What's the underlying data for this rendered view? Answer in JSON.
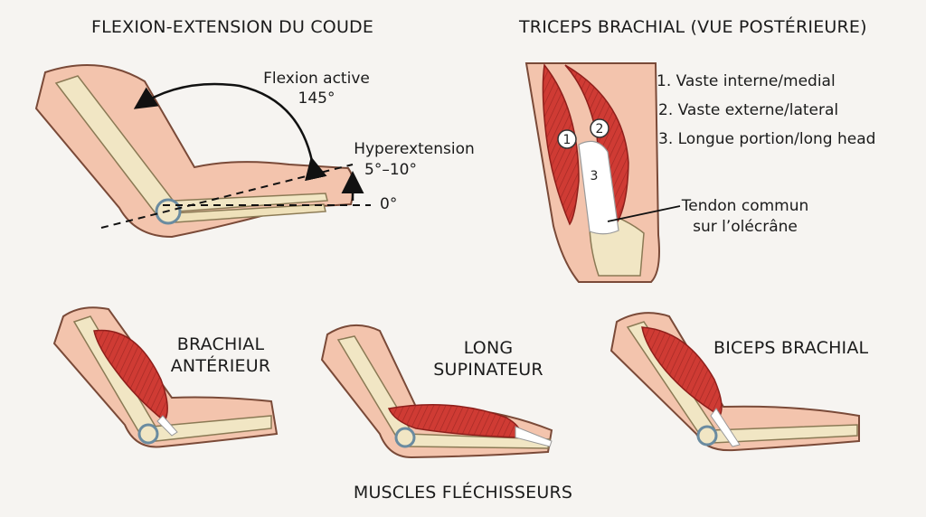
{
  "panels": {
    "flexion": {
      "title": "FLEXION-EXTENSION DU COUDE",
      "active_label": "Flexion active",
      "active_value": "145°",
      "hyper_label": "Hyperextension",
      "hyper_value": "5°–10°",
      "zero_label": "0°"
    },
    "triceps": {
      "title": "TRICEPS BRACHIAL (VUE POSTÉRIEURE)",
      "legend": [
        "1. Vaste interne/medial",
        "2. Vaste externe/lateral",
        "3. Longue portion/long head"
      ],
      "markers": [
        "1",
        "2",
        "3"
      ],
      "tendon_line1": "Tendon commun",
      "tendon_line2": "sur l’olécrâne"
    },
    "brachial": {
      "line1": "BRACHIAL",
      "line2": "ANTÉRIEUR"
    },
    "supinator": {
      "line1": "LONG",
      "line2": "SUPINATEUR"
    },
    "biceps": {
      "label": "BICEPS BRACHIAL"
    },
    "footer": "MUSCLES FLÉCHISSEURS"
  },
  "colors": {
    "skin": "#f3c4ad",
    "skin_outline": "#7a4a38",
    "bone": "#f1e6c4",
    "muscle": "#cf3b34",
    "tendon": "#ffffff",
    "cartilage": "#a9cbe0"
  }
}
